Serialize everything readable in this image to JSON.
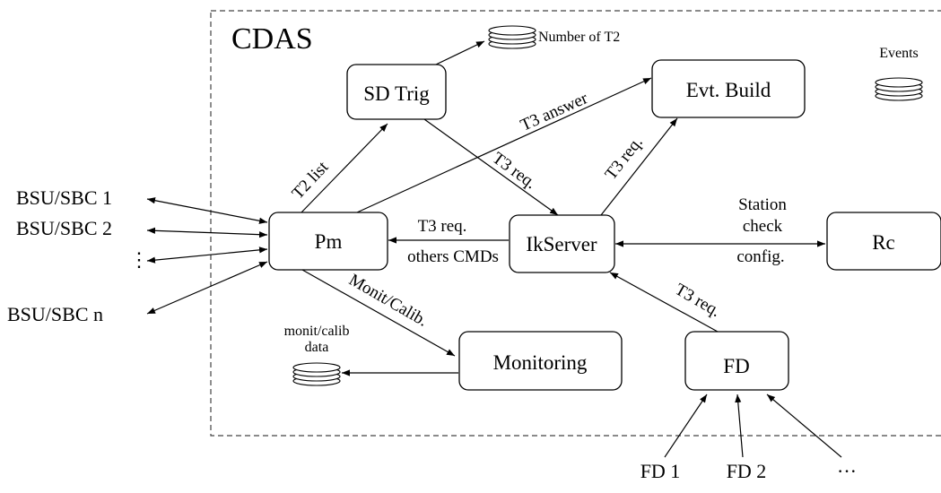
{
  "container": {
    "title": "CDAS"
  },
  "boxes": {
    "sd_trig": "SD Trig",
    "evt_build": "Evt. Build",
    "pm": "Pm",
    "ikserver": "IkServer",
    "rc": "Rc",
    "monitoring": "Monitoring",
    "fd": "FD"
  },
  "external": {
    "bsu1": "BSU/SBC 1",
    "bsu2": "BSU/SBC 2",
    "bsu_dots": "⋮",
    "bsun": "BSU/SBC n",
    "fd1": "FD 1",
    "fd2": "FD 2",
    "fd_more": "···"
  },
  "storage": {
    "number_t2": "Number of T2",
    "events": "Events",
    "monit_line1": "monit/calib",
    "monit_line2": "data"
  },
  "edge_labels": {
    "t2_list": "T2 list",
    "t3_answer": "T3 answer",
    "t3_req_sdtrig": "T3 req.",
    "t3_req_evt": "T3 req.",
    "t3_req_pm": "T3 req.",
    "others_cmds": "others CMDs",
    "station": "Station",
    "check": "check",
    "config": "config.",
    "monit_calib": "Monit/Calib.",
    "t3_req_fd": "T3 req."
  }
}
